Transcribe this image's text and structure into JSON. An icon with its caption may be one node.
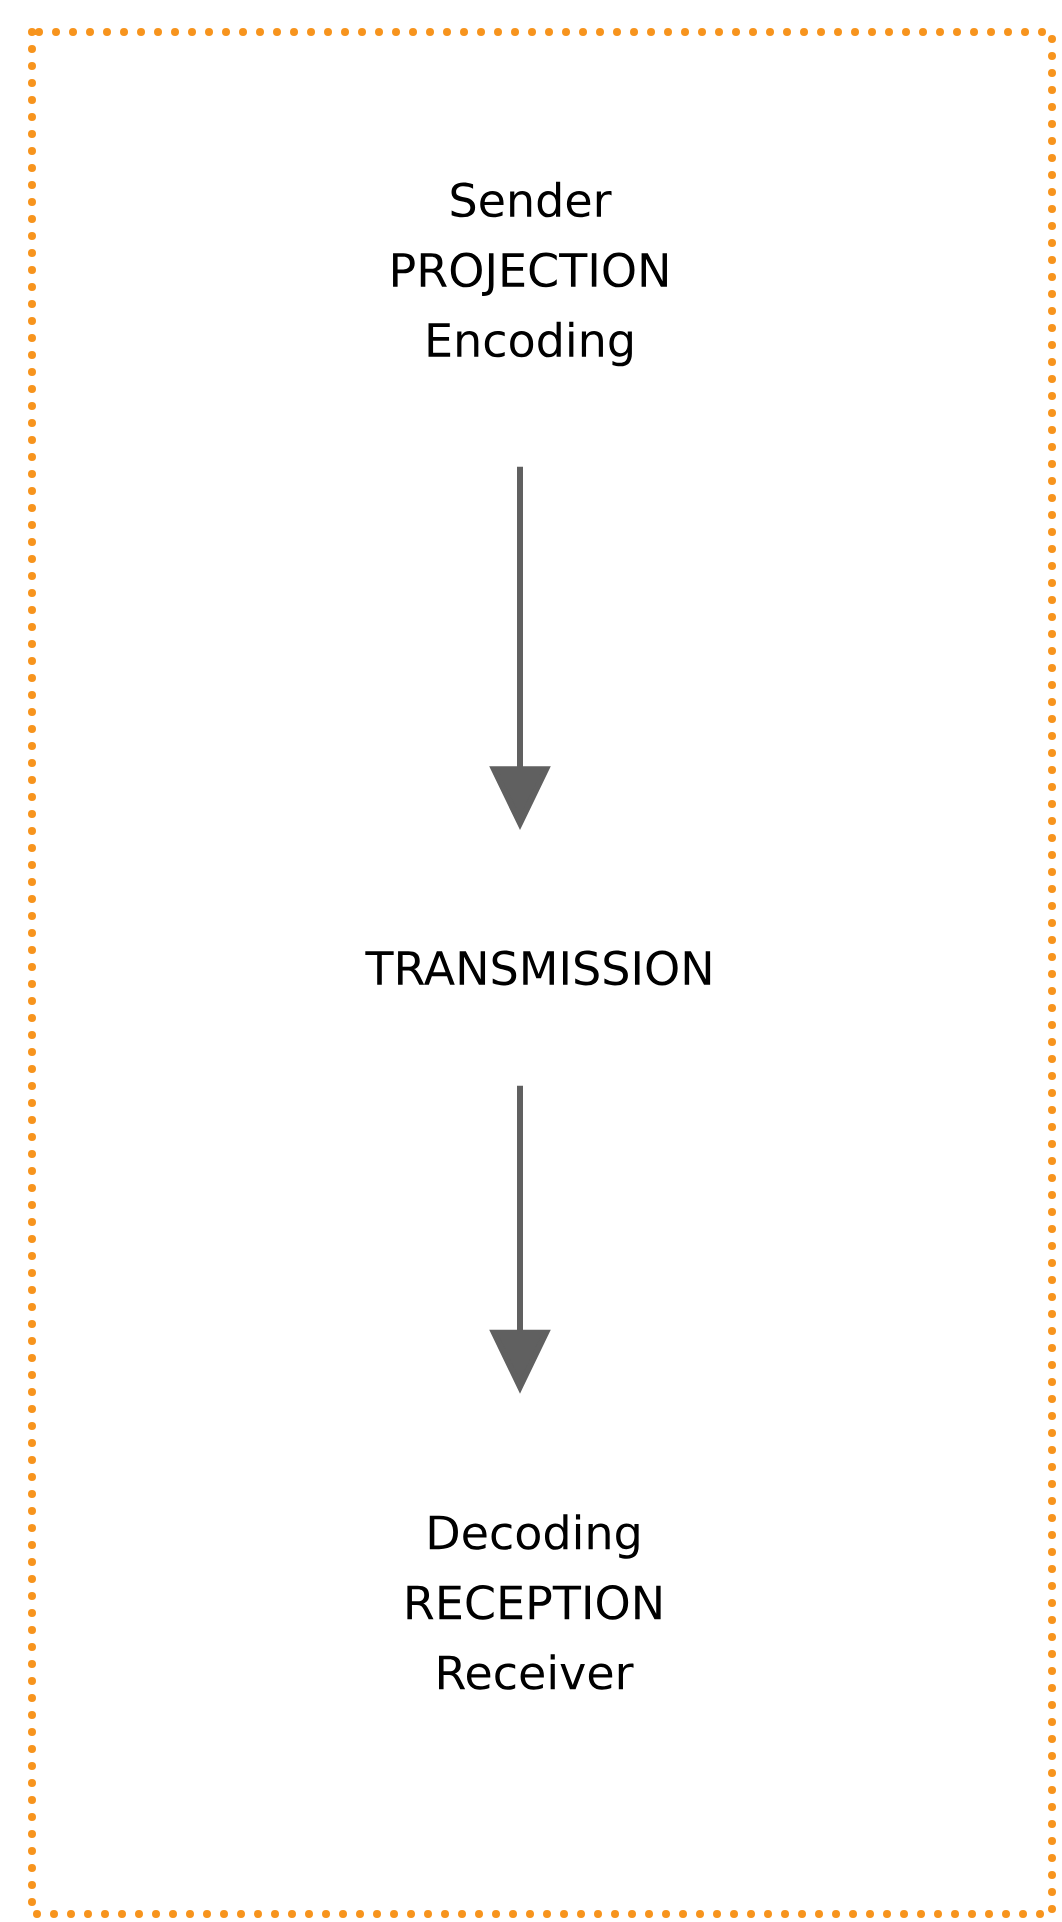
{
  "diagram": {
    "nodes": [
      {
        "text": [
          "Sender",
          "PROJECTION",
          "Encoding"
        ]
      },
      {
        "text": [
          "TRANSMISSION"
        ]
      },
      {
        "text": [
          "Decoding",
          "RECEPTION",
          "Receiver"
        ]
      }
    ],
    "edges": [
      {
        "from": 0,
        "to": 1,
        "arrow": "to"
      },
      {
        "from": 1,
        "to": 2,
        "arrow": "to"
      }
    ]
  }
}
